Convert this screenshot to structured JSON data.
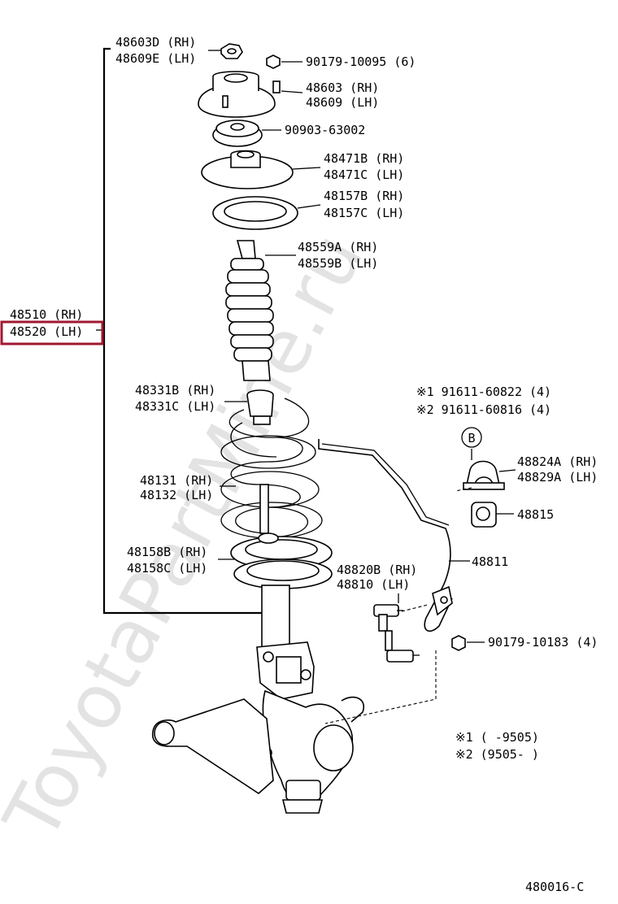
{
  "watermark": "ToyotaPartMine.ru",
  "diagram_code": "480016-C",
  "labels": {
    "upper_nut_rh": "48603D (RH)",
    "upper_nut_lh": "48609E (LH)",
    "nut_90179": "90179-10095 (6)",
    "support_rh": "48603 (RH)",
    "support_lh": "48609 (LH)",
    "bearing": "90903-63002",
    "upper_seat_rh": "48471B (RH)",
    "upper_seat_lh": "48471C (LH)",
    "insulator_rh": "48157B (RH)",
    "insulator_lh": "48157C (LH)",
    "boot_rh": "48559A (RH)",
    "boot_lh": "48559B (LH)",
    "strut_rh": "48510 (RH)",
    "strut_lh": "48520 (LH)",
    "bumper_rh": "48331B (RH)",
    "bumper_lh": "48331C (LH)",
    "spring_rh": "48131 (RH)",
    "spring_lh": "48132 (LH)",
    "lower_insulator_rh": "48158B (RH)",
    "lower_insulator_lh": "48158C (LH)",
    "bolt_1": "※1 91611-60822 (4)",
    "bolt_2": "※2 91611-60816 (4)",
    "callout_b": "B",
    "bracket_rh": "48824A (RH)",
    "bracket_lh": "48829A (LH)",
    "bushing": "48815",
    "stabilizer_bar": "48811",
    "link_rh": "48820B (RH)",
    "link_lh": "48810  (LH)",
    "nut_lower": "90179-10183 (4)",
    "note_1": "※1 (      -9505)",
    "note_2": "※2 (9505-      )"
  },
  "colors": {
    "highlight": "#a01830",
    "watermark": "#e3e3e3",
    "ink": "#000000"
  }
}
